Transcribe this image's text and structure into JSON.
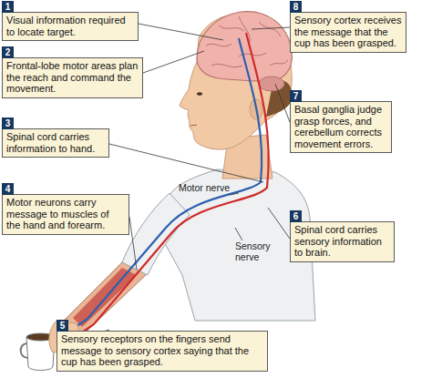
{
  "diagram": {
    "nodes": [
      {
        "text": [
          "1",
          "Visual information required to locate target."
        ]
      },
      {
        "text": [
          "2",
          "Frontal-lobe motor areas plan the reach and command the movement."
        ]
      },
      {
        "text": [
          "3",
          "Spinal cord carries information to hand."
        ]
      },
      {
        "text": [
          "4",
          "Motor neurons carry message to muscles of the hand and forearm."
        ]
      },
      {
        "text": [
          "5",
          "Sensory receptors on the fingers send message to sensory cortex saying that the cup has been grasped."
        ]
      },
      {
        "text": [
          "6",
          "Spinal cord carries sensory information to brain."
        ]
      },
      {
        "text": [
          "7",
          "Basal ganglia judge grasp forces, and cerebellum corrects movement errors."
        ]
      },
      {
        "text": [
          "8",
          "Sensory cortex receives the message that the cup has been grasped."
        ]
      }
    ],
    "labels": [
      "Motor nerve",
      "Sensory nerve"
    ]
  }
}
